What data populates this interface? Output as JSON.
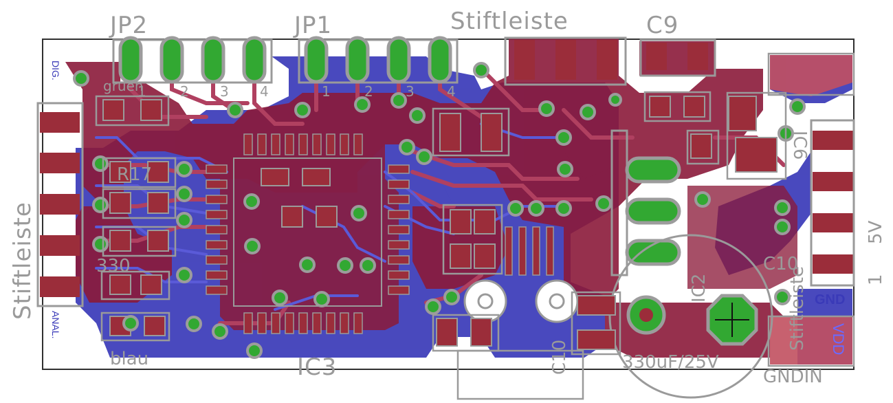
{
  "board": {
    "colors": {
      "background": "#ffffff",
      "outline": "#303030",
      "top_copper": "#8b1a3a",
      "bottom_copper": "#3a3ab8",
      "silkscreen": "#9a9a9a",
      "pad": "#32a832",
      "via_ring": "#9c9c9c",
      "smd_pad": "#9b2d3a",
      "hole": "#ffffff"
    },
    "labels": {
      "jp2": "JP2",
      "jp1": "JP1",
      "stiftleiste_top": "Stiftleiste",
      "c9": "C9",
      "stiftleiste_left": "Stiftleiste",
      "stiftleiste_right": "Stiftleiste",
      "ic3": "IC3",
      "ic2": "IC2",
      "c10": "C10",
      "cap": "330uF/25V",
      "gndin": "GNDIN",
      "fivev": "5V",
      "gnd": "GND",
      "vdd": "VDD",
      "dig": "DIG.",
      "anal": "ANAL.",
      "gruen": "gruen",
      "blau": "blau",
      "r17": "R17",
      "r330": "330",
      "ic6": "IC6",
      "c10b": "C10",
      "one": "1",
      "two": "2",
      "three": "3",
      "four": "4",
      "one_b": "1",
      "two_b": "2",
      "three_b": "3",
      "four_b": "4",
      "k": "1"
    }
  }
}
